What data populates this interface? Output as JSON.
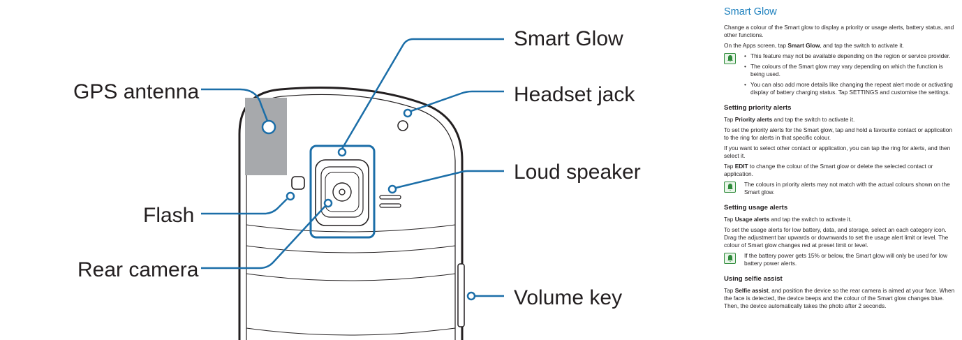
{
  "diagram": {
    "labels": {
      "smart_glow": "Smart Glow",
      "gps_antenna": "GPS antenna",
      "headset_jack": "Headset jack",
      "loud_speaker": "Loud speaker",
      "flash": "Flash",
      "rear_camera": "Rear camera",
      "volume_key": "Volume key"
    },
    "accent_color": "#1b6ea8",
    "gps_area_color": "#a7a9ac"
  },
  "doc": {
    "title": "Smart Glow",
    "title_color": "#1b7fbd",
    "intro": [
      "Change a colour of the Smart glow to display a priority or usage alerts, battery status, and other functions."
    ],
    "apps": {
      "before": "On the Apps screen, tap ",
      "bold": "Smart Glow",
      "after": ", and tap the switch to activate it."
    },
    "notes": [
      "This feature may not be available depending on the region or service provider.",
      "The colours of the Smart glow may vary depending on which the function is being used.",
      "You can also add more details like changing the repeat alert mode or activating display of battery charging status. Tap SETTINGS and customise the settings."
    ],
    "note_icon": "bell-note-icon",
    "priority": {
      "heading": "Setting priority alerts",
      "tap_before": "Tap ",
      "tap_bold": "Priority alerts",
      "tap_after": " and tap the switch to activate it.",
      "p1": "To set the priority alerts for the Smart glow, tap and hold a favourite contact or application to the ring for alerts in that specific colour.",
      "p2": "If you want to select other contact or application, you can tap the ring for alerts, and then select it.",
      "edit_before": "Tap ",
      "edit_bold": "EDIT",
      "edit_after": " to change the colour of the Smart glow or delete the selected contact or application.",
      "note": "The colours in priority alerts may not match with the actual colours shown on the Smart glow."
    },
    "usage": {
      "heading": "Setting usage alerts",
      "tap_before": "Tap ",
      "tap_bold": "Usage alerts",
      "tap_after": " and tap the switch to activate it.",
      "p1": "To set the usage alerts for low battery, data, and storage, select an each category icon. Drag the adjustment bar upwards or downwards to set the usage alert limit or level. The colour of Smart glow changes red at preset limit or level.",
      "note": "If the battery power gets 15% or below, the Smart glow will only be used for low battery power alerts."
    },
    "selfie": {
      "heading": "Using selfie assist",
      "tap_before": "Tap ",
      "tap_bold": "Selfie assist",
      "tap_after": ", and position the device so the rear camera is aimed at your face. When the face is detected, the device beeps and the colour of the Smart glow changes blue. Then, the device automatically takes the photo after 2 seconds."
    }
  }
}
